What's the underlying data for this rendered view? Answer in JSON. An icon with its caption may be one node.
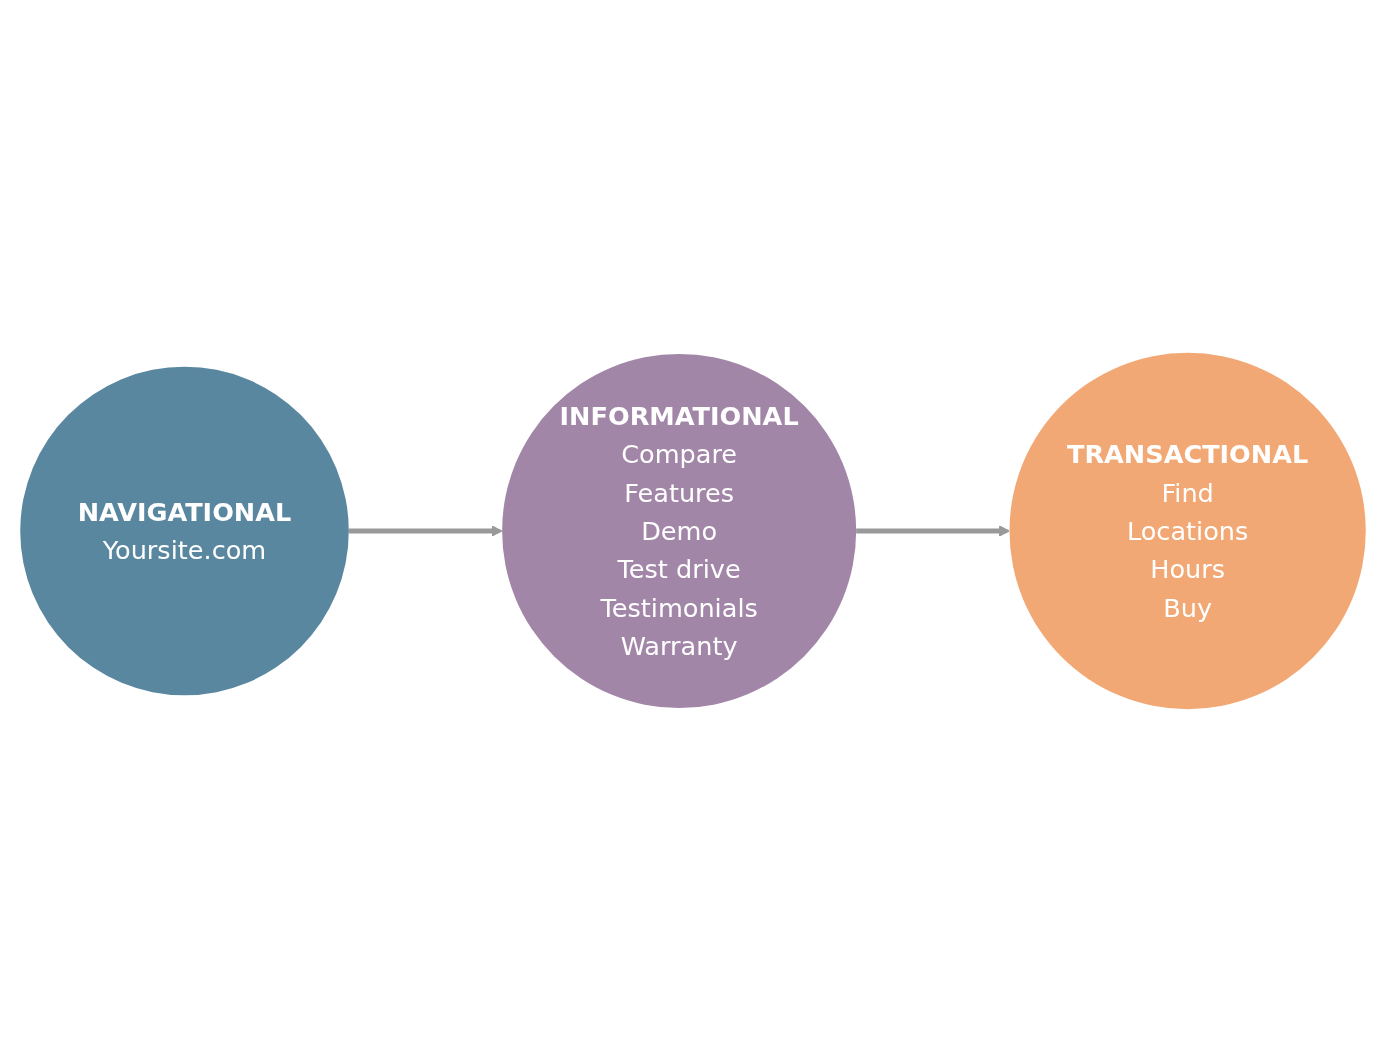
{
  "diagram": {
    "nodes": [
      {
        "text": [
          "NAVIGATIONAL",
          "Yoursite.com"
        ]
      },
      {
        "text": [
          "INFORMATIONAL",
          "Compare",
          "Features",
          "Demo",
          "Test drive",
          "Testimonials",
          "Warranty"
        ]
      },
      {
        "text": [
          "TRANSACTIONAL",
          "Find",
          "Locations",
          "Hours",
          "Buy"
        ]
      }
    ],
    "edges": [
      {
        "from": 0,
        "to": 1,
        "arrow": "to"
      },
      {
        "from": 1,
        "to": 2,
        "arrow": "to"
      }
    ]
  }
}
